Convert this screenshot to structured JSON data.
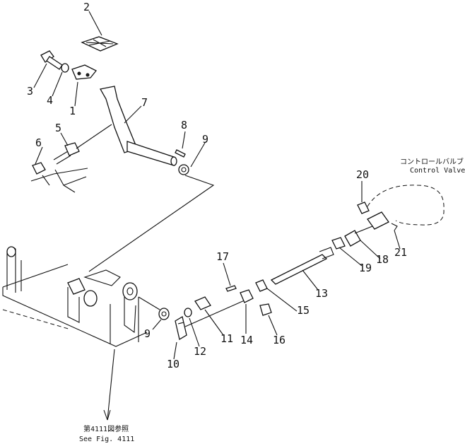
{
  "callouts": [
    "1",
    "2",
    "3",
    "4",
    "5",
    "6",
    "7",
    "8",
    "9",
    "9",
    "10",
    "11",
    "12",
    "13",
    "14",
    "15",
    "16",
    "17",
    "18",
    "19",
    "20",
    "21"
  ],
  "notes": {
    "control_valve_jp": "コントロールバルブ",
    "control_valve_en": "Control Valve",
    "see_fig_jp": "第4111図参照",
    "see_fig_en": "See Fig. 4111"
  }
}
